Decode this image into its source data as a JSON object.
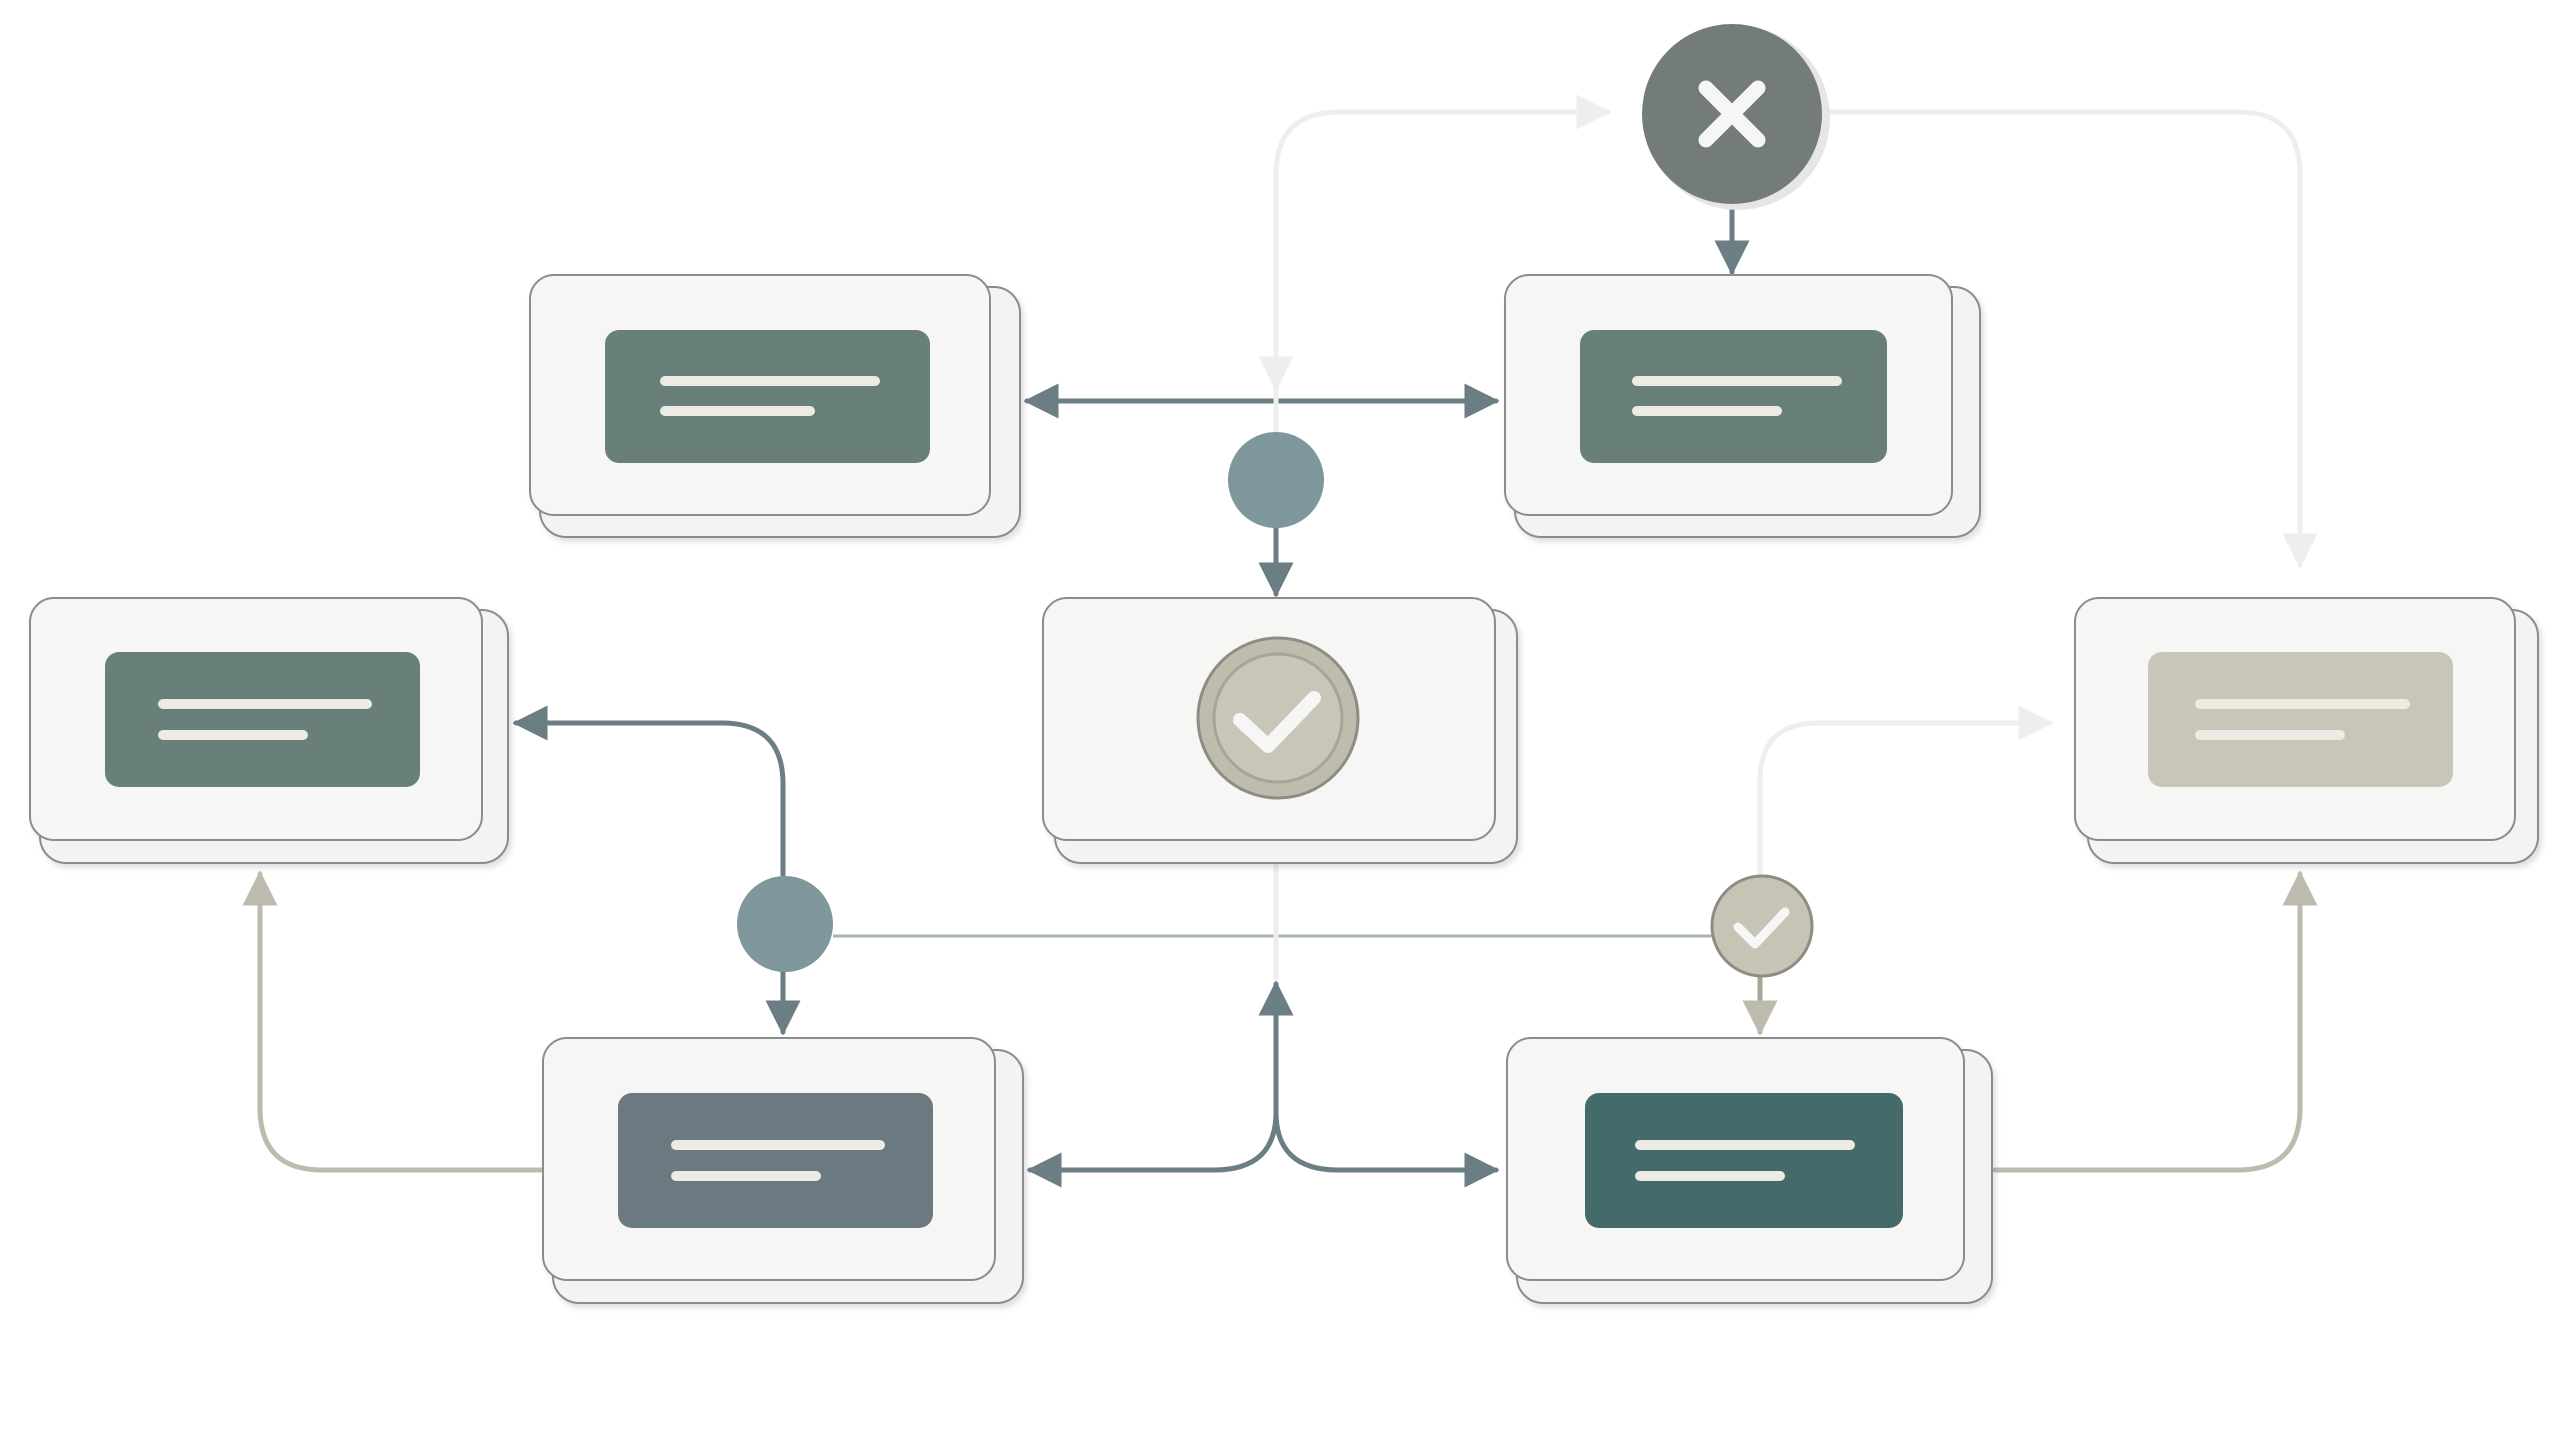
{
  "colors": {
    "background": "#ffffff",
    "card_face": "#f6f6f4",
    "card_edge": "#8a8d8c",
    "teal": "#678079",
    "slate": "#6b7a80",
    "dark_teal": "#456b6b",
    "taupe": "#c9c6b9",
    "blue_grey": "#7f979c",
    "decision_reject": "#737b7b",
    "decision_approve": "#c7c4b6",
    "connector_dark": "#6a7e84",
    "connector_light": "#eeeeec",
    "connector_taupe": "#bdbbae",
    "text_line": "#ecebe4"
  },
  "nodes": [
    {
      "id": "top-left-card",
      "kind": "process",
      "accent": "teal"
    },
    {
      "id": "top-right-card",
      "kind": "process",
      "accent": "teal"
    },
    {
      "id": "left-card",
      "kind": "process",
      "accent": "teal"
    },
    {
      "id": "center-approval-card",
      "kind": "approval",
      "icon": "check-circle-icon"
    },
    {
      "id": "right-card",
      "kind": "process",
      "accent": "taupe"
    },
    {
      "id": "bottom-left-card",
      "kind": "process",
      "accent": "slate"
    },
    {
      "id": "bottom-right-card",
      "kind": "process",
      "accent": "dark_teal"
    }
  ],
  "decisions": [
    {
      "id": "reject-decision",
      "icon": "close-icon"
    },
    {
      "id": "top-junction",
      "icon": "none"
    },
    {
      "id": "left-junction",
      "icon": "none"
    },
    {
      "id": "approve-junction",
      "icon": "check-icon"
    }
  ],
  "edges": [
    {
      "from": "top-junction",
      "to": "top-left-card",
      "style": "dark"
    },
    {
      "from": "top-junction",
      "to": "top-right-card",
      "style": "dark"
    },
    {
      "from": "top-junction",
      "to": "center-approval-card",
      "style": "dark"
    },
    {
      "from": "top-junction",
      "to": "reject-decision",
      "style": "light"
    },
    {
      "from": "reject-decision",
      "to": "top-junction",
      "style": "light"
    },
    {
      "from": "reject-decision",
      "to": "top-right-card",
      "style": "dark"
    },
    {
      "from": "reject-decision",
      "to": "right-card",
      "style": "light"
    },
    {
      "from": "left-junction",
      "to": "left-card",
      "style": "dark"
    },
    {
      "from": "left-junction",
      "to": "bottom-left-card",
      "style": "dark"
    },
    {
      "from": "left-junction",
      "to": "approve-junction",
      "style": "light"
    },
    {
      "from": "approve-junction",
      "to": "bottom-right-card",
      "style": "taupe"
    },
    {
      "from": "approve-junction",
      "to": "right-card",
      "style": "light"
    },
    {
      "from": "bottom-left-card",
      "to": "left-card",
      "style": "taupe"
    },
    {
      "from": "bottom-right-card",
      "to": "right-card",
      "style": "taupe"
    },
    {
      "from": "bottom-fork",
      "to": "bottom-left-card",
      "style": "dark"
    },
    {
      "from": "bottom-fork",
      "to": "bottom-right-card",
      "style": "dark"
    },
    {
      "from": "bottom-fork",
      "to": "center-approval-card",
      "style": "dark"
    }
  ]
}
